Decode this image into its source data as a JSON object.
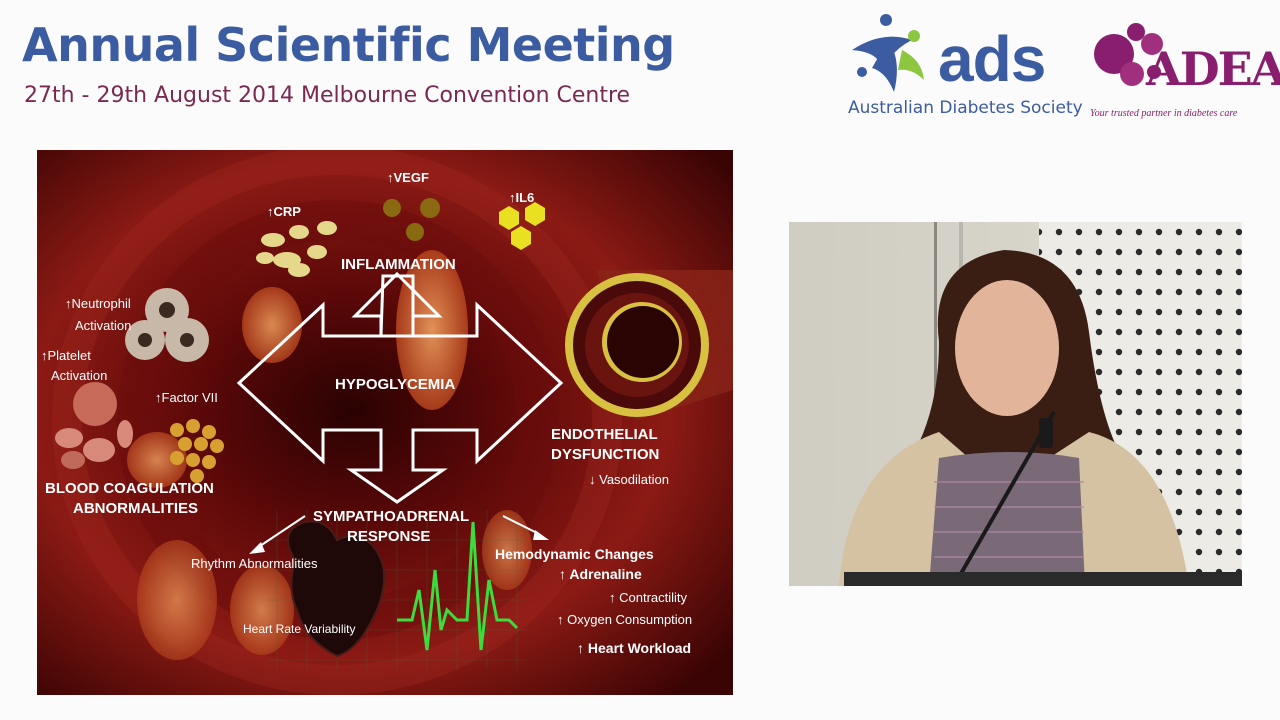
{
  "header": {
    "title": "Annual Scientific Meeting",
    "subtitle": "27th - 29th August 2014 Melbourne Convention Centre"
  },
  "logos": {
    "ads_word": "ads",
    "ads_caption": "Australian Diabetes Society",
    "adea_word": "ADEA",
    "adea_tagline": "Your trusted partner in diabetes care"
  },
  "slide": {
    "center": "HYPOGLYCEMIA",
    "inflammation": "INFLAMMATION",
    "crp": "CRP",
    "vegf": "VEGF",
    "il6": "IL6",
    "neutrophil_line1": "Neutrophil",
    "neutrophil_line2": "Activation",
    "platelet_line1": "Platelet",
    "platelet_line2": "Activation",
    "factor7": "Factor VII",
    "coag_line1": "BLOOD COAGULATION",
    "coag_line2": "ABNORMALITIES",
    "endo_line1": "ENDOTHELIAL",
    "endo_line2": "DYSFUNCTION",
    "vasodilation": "Vasodilation",
    "sympatho_line1": "SYMPATHOADRENAL",
    "sympatho_line2": "RESPONSE",
    "rhythm": "Rhythm Abnormalities",
    "hrv": "Heart Rate Variability",
    "hemodynamic": "Hemodynamic Changes",
    "adrenaline": "Adrenaline",
    "contractility": "Contractility",
    "oxygen": "Oxygen Consumption",
    "workload": "Heart Workload",
    "arrow_up": "↑",
    "arrow_down": "↓"
  },
  "colors": {
    "title_blue": "#3b5ca0",
    "subtitle_maroon": "#7a2a52",
    "adea_purple": "#8a1e6e",
    "ads_green": "#8dc63f",
    "slide_red": "#7a1010",
    "ecg_green": "#3ddc3d"
  }
}
